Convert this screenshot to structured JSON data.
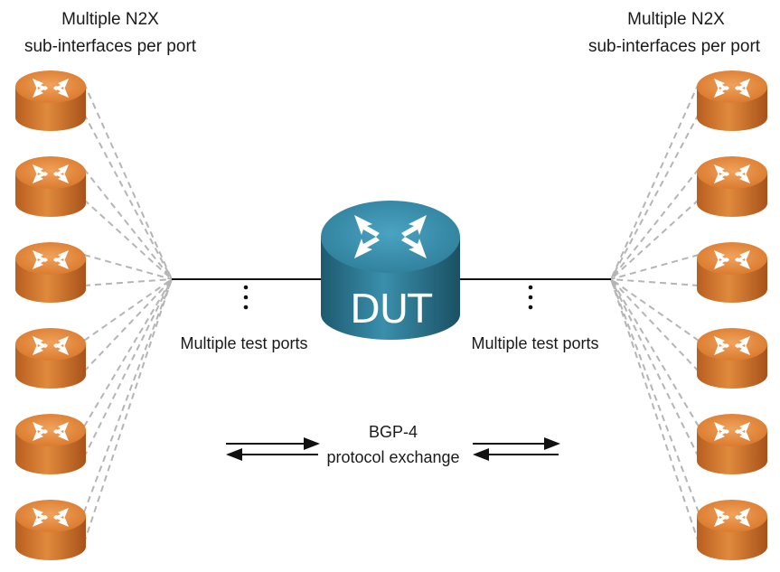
{
  "diagram": {
    "left_header": {
      "line1": "Multiple N2X",
      "line2": "sub-interfaces per port"
    },
    "right_header": {
      "line1": "Multiple N2X",
      "line2": "sub-interfaces per port"
    },
    "left_ports_label": "Multiple test ports",
    "right_ports_label": "Multiple test ports",
    "dut_label": "DUT",
    "exchange_label": {
      "line1": "BGP-4",
      "line2": "protocol exchange"
    },
    "left_router_count": 6,
    "right_router_count": 6,
    "colors": {
      "router_orange": "#d9782b",
      "router_orange_dark": "#a8521a",
      "dut_teal": "#2f7f9a",
      "dut_teal_dark": "#1d5a70",
      "dashed_line": "#b5b5b5",
      "solid_line": "#111111"
    },
    "icons": {
      "router": "router-arrows-icon",
      "dut": "dut-router-icon"
    }
  }
}
